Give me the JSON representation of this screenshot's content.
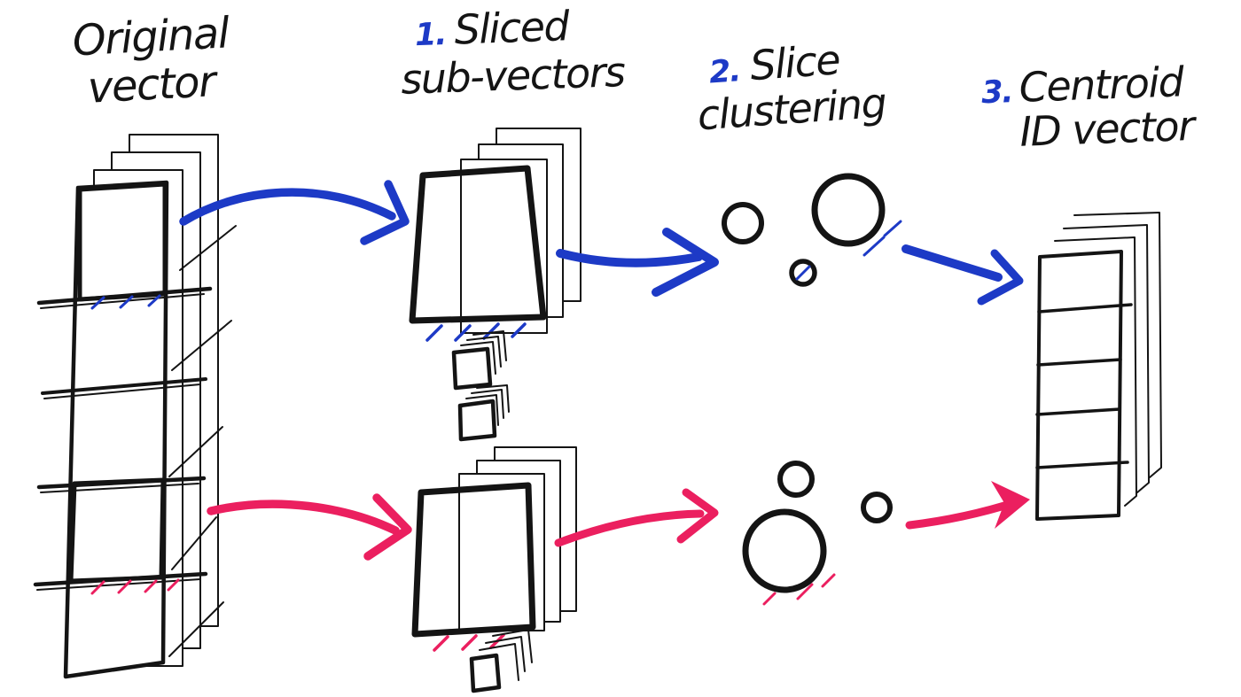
{
  "colors": {
    "blue": "#1d3ac6",
    "pink": "#eb1f5f",
    "ink": "#141414",
    "background": "#ffffff"
  },
  "labels": {
    "original": {
      "line1": "Original",
      "line2": "vector"
    },
    "step1": {
      "number": "1.",
      "line1": "Sliced",
      "line2": "sub-vectors"
    },
    "step2": {
      "number": "2.",
      "line1": "Slice",
      "line2": "clustering"
    },
    "step3": {
      "number": "3.",
      "line1": "Centroid",
      "line2": "ID vector"
    }
  },
  "diagram": {
    "original_vector": {
      "stacked_copies": 4,
      "sections_top_to_bottom": [
        "blue-hatched-slice",
        "empty",
        "pink-hatched-slice",
        "empty"
      ]
    },
    "sliced_subvectors": {
      "blue_subvector": "blue-hatched-square-with-stacked-copies",
      "pink_subvector": "pink-hatched-square-with-stacked-copies",
      "small_slice_count": 3
    },
    "clustering": {
      "blue_circles": [
        "small-hatched",
        "large-hatched",
        "tiny-outline"
      ],
      "pink_circles": [
        "small-hatched",
        "large-hatched",
        "small-hatched"
      ]
    },
    "centroid_vector": {
      "cells": 5,
      "stacked_copies": 4
    }
  }
}
